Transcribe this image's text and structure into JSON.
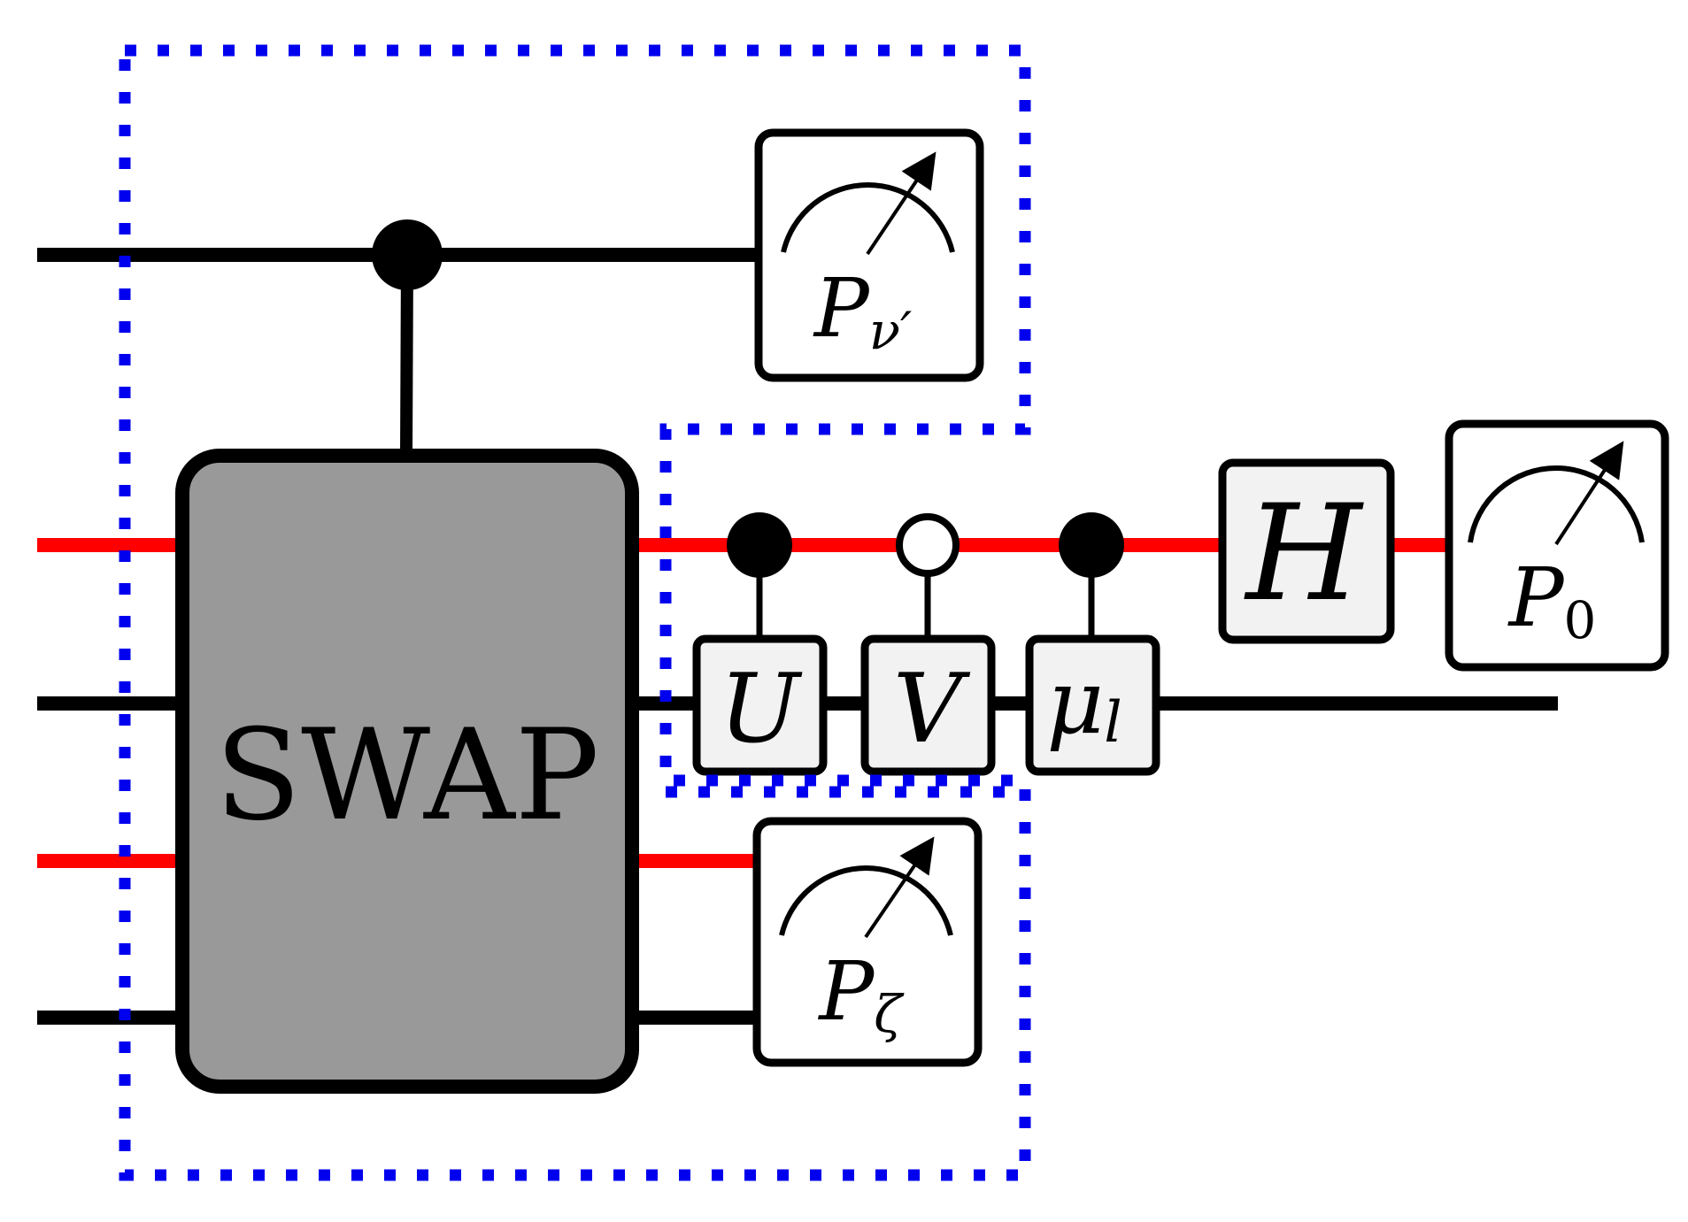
{
  "colors": {
    "wire_black": "#000000",
    "wire_red": "#ff0000",
    "dotted_region": "#0000ee",
    "swap_fill": "#999999",
    "gate_fill": "#f2f2f2",
    "meter_fill": "#ffffff"
  },
  "swap_gate": {
    "label": "SWAP"
  },
  "gates": {
    "u": {
      "label": "U"
    },
    "v": {
      "label": "V"
    },
    "mu": {
      "label": "μ",
      "subscript": "l"
    },
    "h": {
      "label": "H"
    }
  },
  "measurements": {
    "top": {
      "label": "P",
      "subscript": "ν′",
      "icon": "meter-icon"
    },
    "bottom": {
      "label": "P",
      "subscript": "ζ",
      "icon": "meter-icon"
    },
    "right": {
      "label": "P",
      "subscript": "0",
      "icon": "meter-icon"
    }
  },
  "controls": [
    {
      "target": "swap",
      "type": "filled"
    },
    {
      "target": "U",
      "type": "filled"
    },
    {
      "target": "V",
      "type": "open"
    },
    {
      "target": "μ_l",
      "type": "filled"
    }
  ]
}
